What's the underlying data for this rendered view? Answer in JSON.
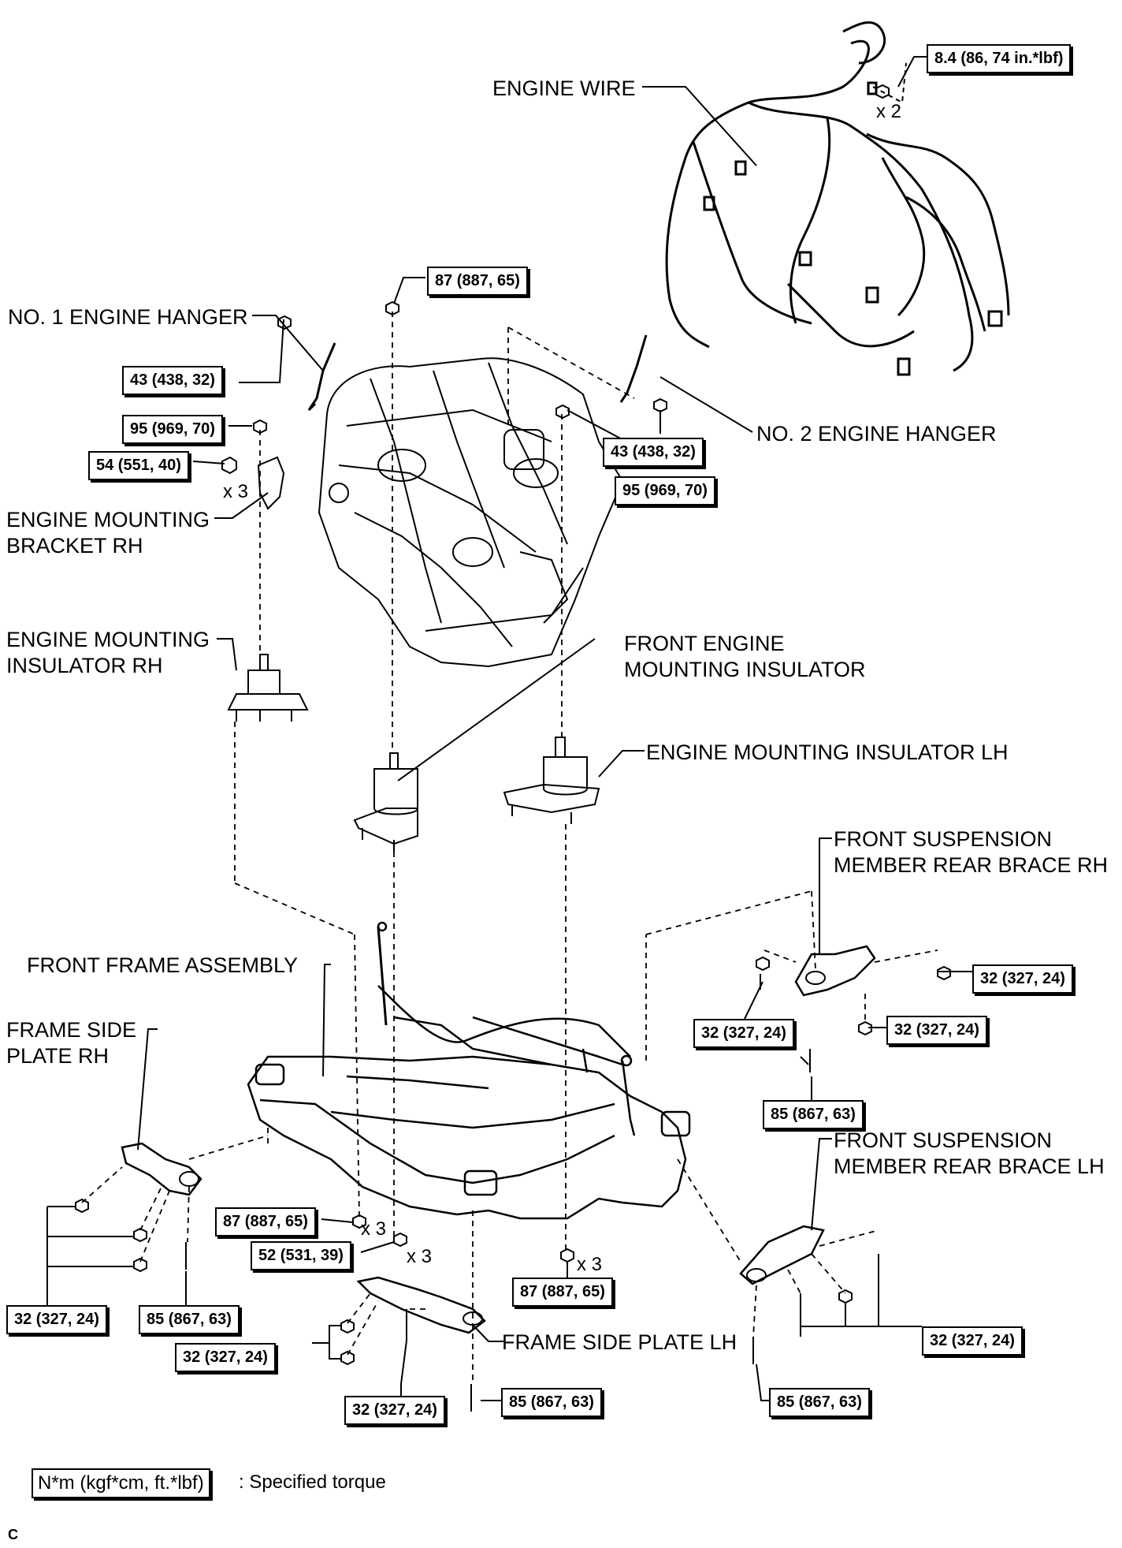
{
  "parts": {
    "engine_wire": "ENGINE WIRE",
    "no1_engine_hanger": "NO. 1 ENGINE HANGER",
    "no2_engine_hanger": "NO. 2 ENGINE HANGER",
    "engine_mounting_bracket_rh_1": "ENGINE MOUNTING",
    "engine_mounting_bracket_rh_2": "BRACKET RH",
    "engine_mounting_insulator_rh_1": "ENGINE MOUNTING",
    "engine_mounting_insulator_rh_2": "INSULATOR RH",
    "front_engine_mounting_insulator_1": "FRONT ENGINE",
    "front_engine_mounting_insulator_2": "MOUNTING INSULATOR",
    "engine_mounting_insulator_lh": "ENGINE MOUNTING INSULATOR LH",
    "front_suspension_member_rear_brace_rh_1": "FRONT SUSPENSION",
    "front_suspension_member_rear_brace_rh_2": "MEMBER REAR BRACE RH",
    "front_frame_assembly": "FRONT FRAME ASSEMBLY",
    "frame_side_plate_rh_1": "FRAME SIDE",
    "frame_side_plate_rh_2": "PLATE RH",
    "front_suspension_member_rear_brace_lh_1": "FRONT SUSPENSION",
    "front_suspension_member_rear_brace_lh_2": "MEMBER REAR BRACE LH",
    "frame_side_plate_lh": "FRAME SIDE PLATE LH"
  },
  "torques": {
    "t_8_4": "8.4 (86, 74 in.*lbf)",
    "t_87_top": "87 (887, 65)",
    "t_43_left": "43 (438, 32)",
    "t_95_left": "95 (969, 70)",
    "t_54": "54 (551, 40)",
    "t_43_right": "43 (438, 32)",
    "t_95_right": "95 (969, 70)",
    "t_32_brace_rh_a": "32 (327, 24)",
    "t_32_brace_rh_b": "32 (327, 24)",
    "t_32_brace_rh_c": "32 (327, 24)",
    "t_85_brace_rh": "85 (867, 63)",
    "t_87_frame_left": "87 (887, 65)",
    "t_52": "52 (531, 39)",
    "t_87_frame_right": "87 (887, 65)",
    "t_32_side_rh": "32 (327, 24)",
    "t_85_side_rh": "85 (867, 63)",
    "t_32_side_lh_a": "32 (327, 24)",
    "t_32_side_lh_b": "32 (327, 24)",
    "t_85_side_lh": "85 (867, 63)",
    "t_32_brace_lh": "32 (327, 24)",
    "t_85_brace_lh": "85 (867, 63)"
  },
  "quantities": {
    "q_x2": "x 2",
    "q_x3_bracket": "x 3",
    "q_x3_87_left": "x 3",
    "q_x3_52": "x 3",
    "q_x3_87_right": "x 3"
  },
  "legend": {
    "unit": "N*m (kgf*cm, ft.*lbf)",
    "text": ": Specified torque"
  },
  "corner_mark": "C"
}
